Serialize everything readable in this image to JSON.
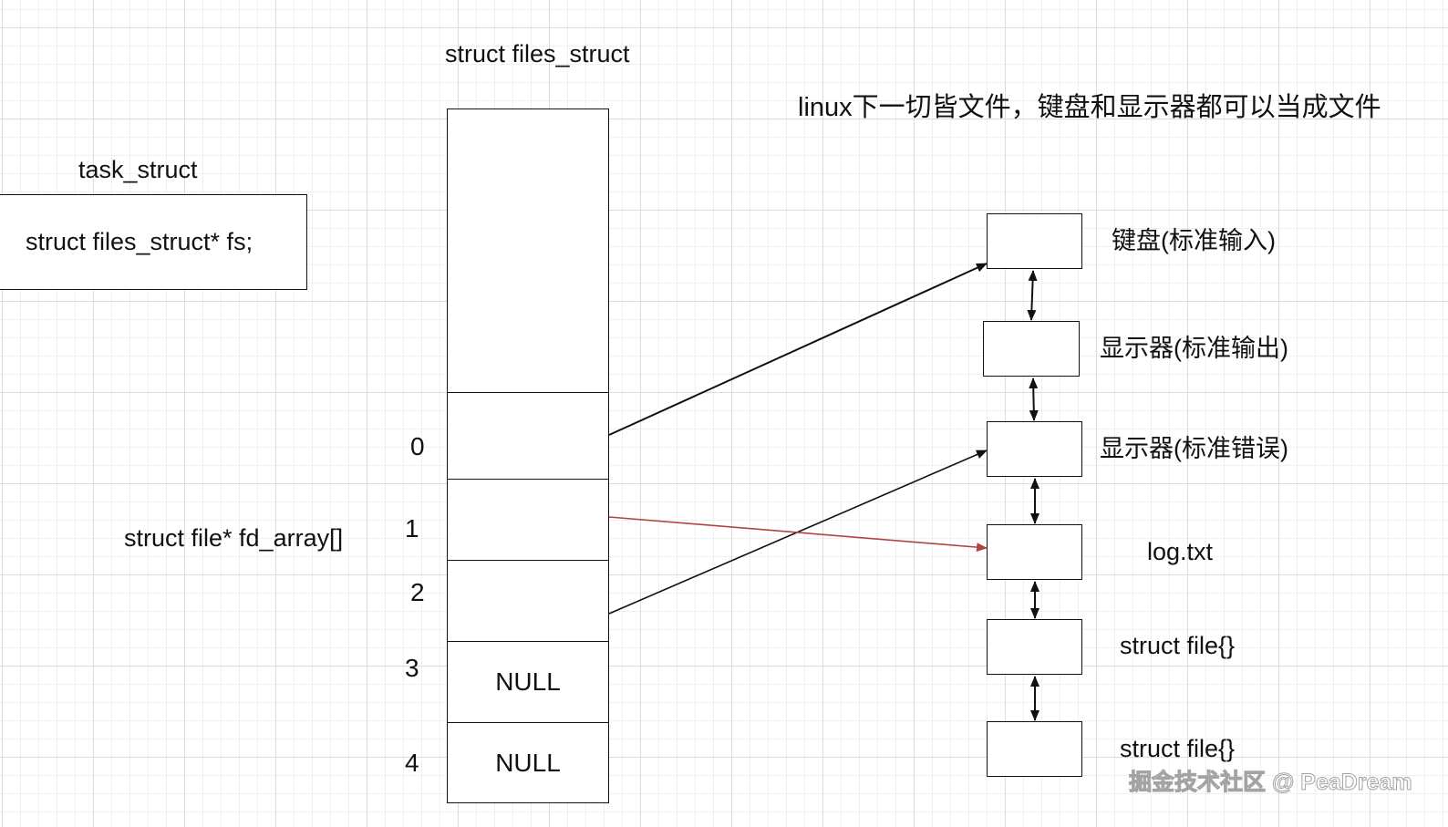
{
  "task_struct": {
    "title": "task_struct",
    "field": "struct files_struct* fs;"
  },
  "files_struct": {
    "title": "struct files_struct",
    "array_label": "struct file* fd_array[]",
    "slots": [
      {
        "index": "0",
        "value": ""
      },
      {
        "index": "1",
        "value": ""
      },
      {
        "index": "2",
        "value": ""
      },
      {
        "index": "3",
        "value": "NULL"
      },
      {
        "index": "4",
        "value": "NULL"
      }
    ]
  },
  "note": "linux下一切皆文件，键盘和显示器都可以当成文件",
  "file_list": [
    {
      "label": "键盘(标准输入)"
    },
    {
      "label": "显示器(标准输出)"
    },
    {
      "label": "显示器(标准错误)"
    },
    {
      "label": "log.txt"
    },
    {
      "label": "struct file{}"
    },
    {
      "label": "struct file{}"
    }
  ],
  "watermark": "掘金技术社区 @ PeaDream",
  "colors": {
    "stroke": "#111111",
    "highlight_arrow": "#b0443f"
  }
}
